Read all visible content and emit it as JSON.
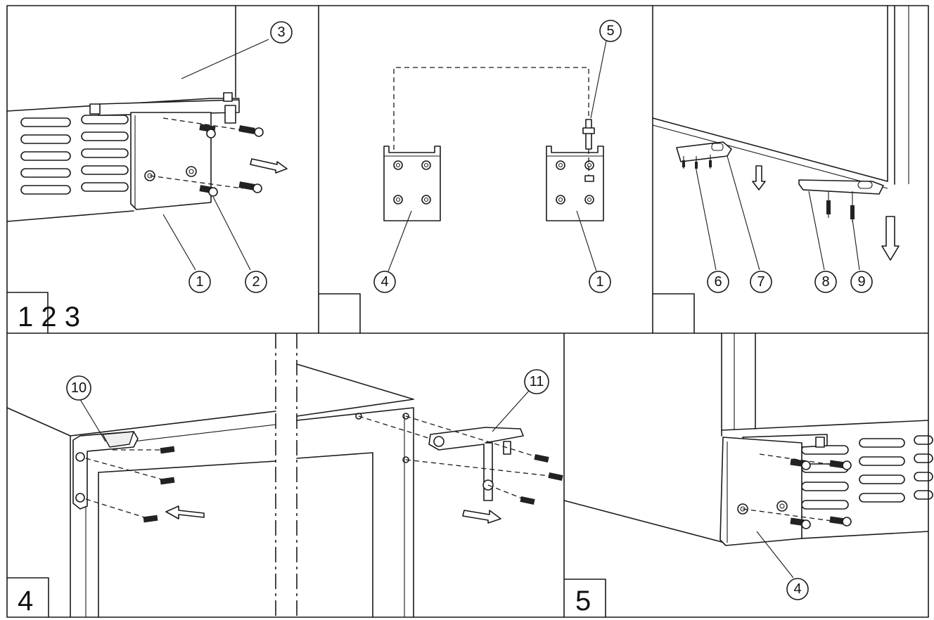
{
  "panels": [
    {
      "id": "p1",
      "step_label": "1 2 3"
    },
    {
      "id": "p2",
      "step_label": ""
    },
    {
      "id": "p3",
      "step_label": ""
    },
    {
      "id": "p4",
      "step_label": "4"
    },
    {
      "id": "p5",
      "step_label": "5"
    }
  ],
  "callouts": {
    "p1_c3": "3",
    "p1_c1": "1",
    "p1_c2": "2",
    "p2_c5": "5",
    "p2_c4": "4",
    "p2_c1": "1",
    "p3_c6": "6",
    "p3_c7": "7",
    "p3_c8": "8",
    "p3_c9": "9",
    "p4_c10": "10",
    "p4_c11": "11",
    "p5_c4": "4"
  }
}
